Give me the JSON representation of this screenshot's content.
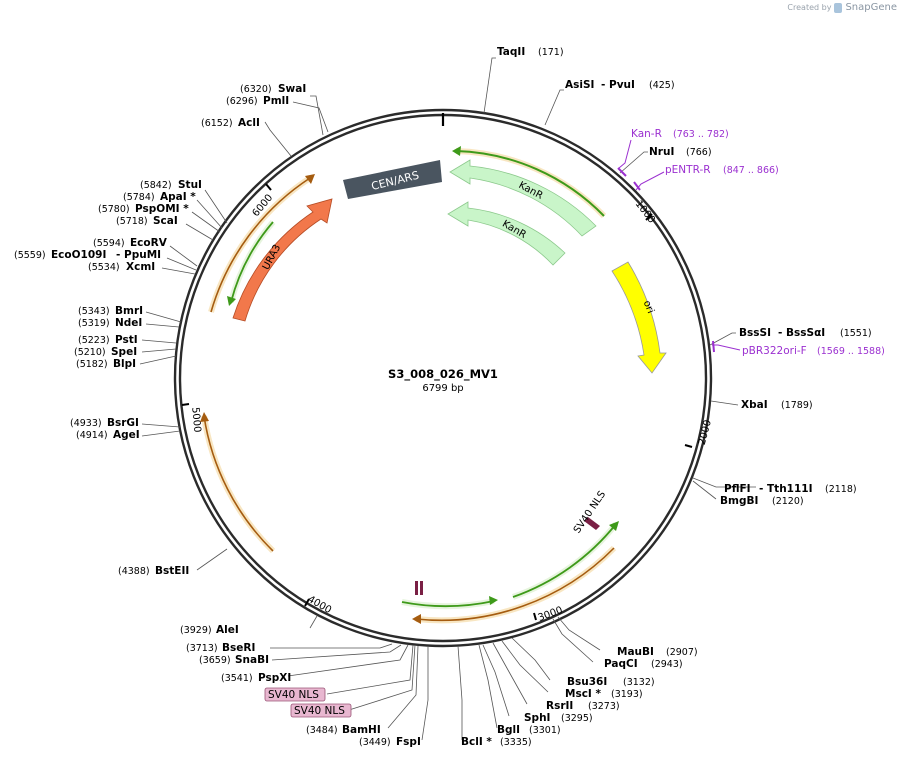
{
  "credit": {
    "prefix": "Created by",
    "app": "SnapGene"
  },
  "plasmid": {
    "name": "S3_008_026_MV1",
    "size": "6799 bp"
  },
  "ticks": [
    "1000",
    "2000",
    "3000",
    "4000",
    "5000",
    "6000"
  ],
  "features": {
    "cen_ars": "CEN/ARS",
    "kanr_outer": "KanR",
    "kanr_inner": "KanR",
    "ori": "ori",
    "ura3": "URA3",
    "sv40_nls": "SV40 NLS"
  },
  "enzymes_right": [
    {
      "name": "TaqII",
      "pos": "(171)"
    },
    {
      "name": "AsiSI",
      "name2": "- PvuI",
      "pos": "(425)"
    },
    {
      "name": "NruI",
      "pos": "(766)"
    },
    {
      "name": "BssSI",
      "name2": "- BssSαI",
      "pos": "(1551)"
    },
    {
      "name": "XbaI",
      "pos": "(1789)"
    },
    {
      "name": "PflFI",
      "name2": "- Tth111I",
      "pos": "(2118)"
    },
    {
      "name": "BmgBI",
      "pos": "(2120)"
    }
  ],
  "primers": [
    {
      "name": "Kan-R",
      "range": "(763 .. 782)"
    },
    {
      "name": "pENTR-R",
      "range": "(847 .. 866)"
    },
    {
      "name": "pBR322ori-F",
      "range": "(1569 .. 1588)"
    }
  ],
  "enzymes_bottom_right": [
    {
      "name": "MauBI",
      "pos": "(2907)"
    },
    {
      "name": "PaqCI",
      "pos": "(2943)"
    },
    {
      "name": "Bsu36I",
      "pos": "(3132)"
    },
    {
      "name": "MscI *",
      "pos": "(3193)"
    },
    {
      "name": "RsrII",
      "pos": "(3273)"
    },
    {
      "name": "SphI",
      "pos": "(3295)"
    },
    {
      "name": "BglI",
      "pos": "(3301)"
    },
    {
      "name": "BclI *",
      "pos": "(3335)"
    }
  ],
  "enzymes_bottom_left": [
    {
      "name": "AleI",
      "pos": "(3929)"
    },
    {
      "name": "BseRI",
      "pos": "(3713)"
    },
    {
      "name": "SnaBI",
      "pos": "(3659)"
    },
    {
      "name": "PspXI",
      "pos": "(3541)"
    },
    {
      "name": "BamHI",
      "pos": "(3484)"
    },
    {
      "name": "FspI",
      "pos": "(3449)"
    }
  ],
  "boxed_labels": [
    "SV40 NLS",
    "SV40 NLS"
  ],
  "enzymes_left": [
    {
      "name": "SwaI",
      "pos": "(6320)"
    },
    {
      "name": "PmlI",
      "pos": "(6296)"
    },
    {
      "name": "AclI",
      "pos": "(6152)"
    },
    {
      "name": "StuI",
      "pos": "(5842)"
    },
    {
      "name": "ApaI *",
      "pos": "(5784)"
    },
    {
      "name": "PspOMI *",
      "pos": "(5780)"
    },
    {
      "name": "ScaI",
      "pos": "(5718)"
    },
    {
      "name": "EcoRV",
      "pos": "(5594)"
    },
    {
      "name": "EcoO109I",
      "name2": "- PpuMI",
      "pos": "(5559)"
    },
    {
      "name": "XcmI",
      "pos": "(5534)"
    },
    {
      "name": "BmrI",
      "pos": "(5343)"
    },
    {
      "name": "NdeI",
      "pos": "(5319)"
    },
    {
      "name": "PstI",
      "pos": "(5223)"
    },
    {
      "name": "SpeI",
      "pos": "(5210)"
    },
    {
      "name": "BlpI",
      "pos": "(5182)"
    },
    {
      "name": "BsrGI",
      "pos": "(4933)"
    },
    {
      "name": "AgeI",
      "pos": "(4914)"
    },
    {
      "name": "BstEII",
      "pos": "(4388)"
    }
  ],
  "colors": {
    "backbone": "#2b2b2b",
    "cen_ars": "#4a5560",
    "kanr": "#c9f5c9",
    "ori": "#ffff00",
    "ura3": "#f2784b",
    "orf_orange": "#e59a3a",
    "orf_green": "#3e9a1a",
    "primer": "#9b30d0",
    "nls": "#7a2045",
    "box_label": "#e8b7d0"
  }
}
